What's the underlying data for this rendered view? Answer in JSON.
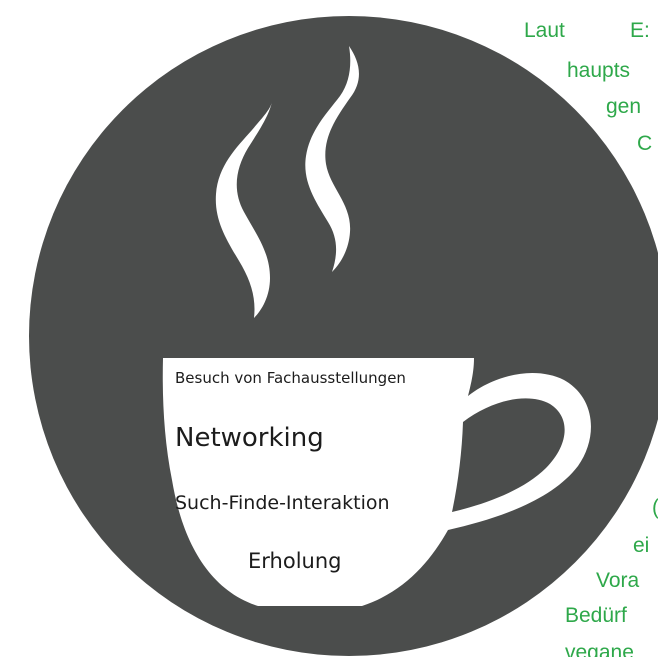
{
  "cup": {
    "line1": "Besuch von Fachausstellungen",
    "line2": "Networking",
    "line3": "Such-Finde-Interaktion",
    "line4": "Erholung"
  },
  "side_text": [
    "Laut",
    "E:",
    "haupts",
    "gen",
    "C",
    "(",
    "ei",
    "Vora",
    "Bedürf",
    "vegane"
  ],
  "colors": {
    "circle": "#4b4d4c",
    "cup": "#ffffff",
    "steam": "#ffffff",
    "side_text": "#2ea84a"
  },
  "icons": [
    "steam-icon",
    "coffee-cup-icon"
  ]
}
